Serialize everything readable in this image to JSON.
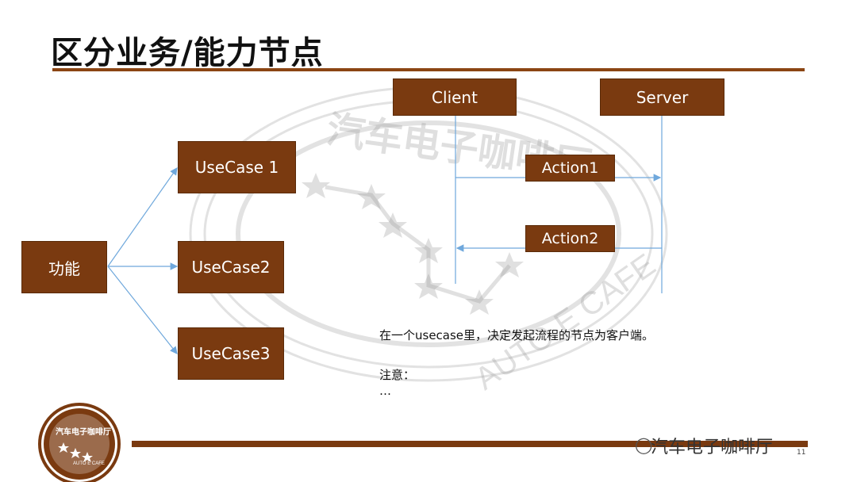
{
  "slide": {
    "title": "区分业务/能力节点",
    "page_number": "11"
  },
  "diagram": {
    "root": "功能",
    "use_cases": [
      "UseCase 1",
      "UseCase2",
      "UseCase3"
    ],
    "client": "Client",
    "server": "Server",
    "actions": [
      "Action1",
      "Action2"
    ]
  },
  "notes": {
    "line1": "在一个usecase里，决定发起流程的节点为客户端。",
    "line2": "注意：",
    "line3": "…"
  },
  "watermark": {
    "text_top": "汽车电子咖啡厅",
    "text_bottom": "AUTO E CAFE"
  },
  "logo": {
    "text_top": "汽车电子咖啡厅",
    "text_bottom": "AUTO E CAFE"
  },
  "footer": {
    "brand": "汽车电子咖啡厅",
    "brand_icon": "wechat-icon"
  },
  "colors": {
    "box_fill": "#7a3a10",
    "arrow": "#6fa8dc",
    "rule": "#8b4513"
  }
}
